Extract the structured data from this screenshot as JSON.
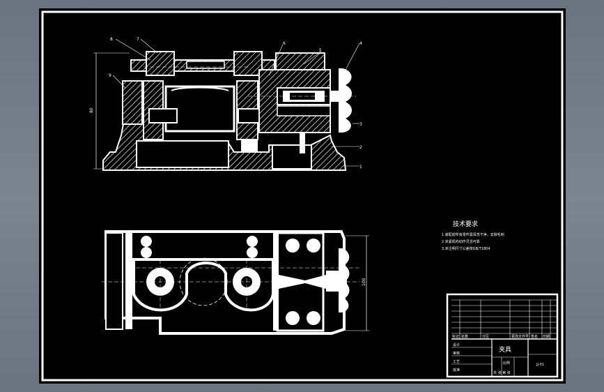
{
  "drawing": {
    "balloons_front": [
      "8",
      "7",
      "6",
      "5",
      "4",
      "9",
      "3",
      "2",
      "1"
    ],
    "dim_front_height": "80",
    "dim_top_width": "100",
    "tech_requirements": {
      "title": "技术要求",
      "lines": [
        "1.装配前所有零件需清洗干净，去除毛刺",
        "2.夹紧机构动作灵活可靠",
        "3.未注明尺寸公差按GB/T1804"
      ]
    },
    "title_block": {
      "drawing_name": "夹具",
      "part_no": "JJ-01",
      "header_cells": [
        "标记",
        "处数",
        "分区",
        "更改文件号",
        "签名",
        "日期"
      ],
      "lower_cells": [
        "设计",
        "审核",
        "工艺",
        "批准"
      ],
      "scale_label": "比例",
      "sheet_label": "共 张 第 张"
    }
  }
}
